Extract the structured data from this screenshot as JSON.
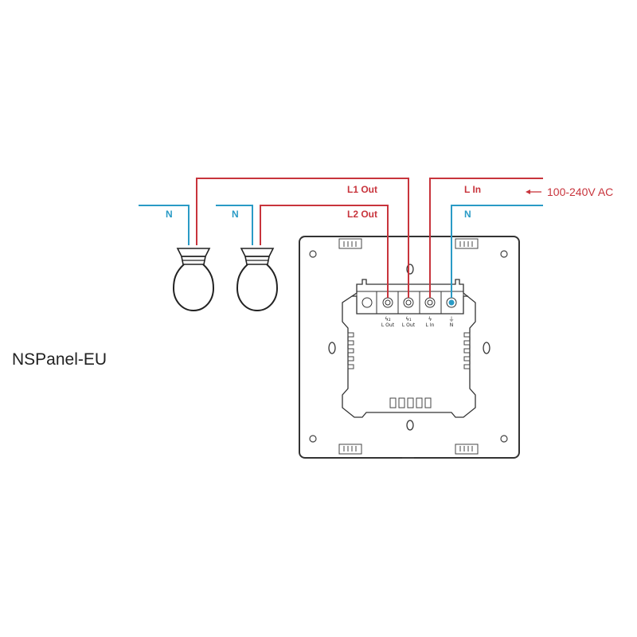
{
  "product": {
    "name": "NSPanel-EU"
  },
  "supply": {
    "label": "100-240V AC"
  },
  "wire_labels": {
    "l1_out": "L1 Out",
    "l2_out": "L2 Out",
    "l_in": "L In",
    "n_main": "N",
    "n_lamp1": "N",
    "n_lamp2": "N"
  },
  "terminals": [
    {
      "symbol": "ϟ₂",
      "label": "L Out"
    },
    {
      "symbol": "ϟ₁",
      "label": "L Out"
    },
    {
      "symbol": "ϟ",
      "label": "L In"
    },
    {
      "symbol": "⏚",
      "label": "N"
    }
  ],
  "colors": {
    "live": "#c8343c",
    "neutral": "#2a9bc6",
    "outline": "#333333"
  }
}
